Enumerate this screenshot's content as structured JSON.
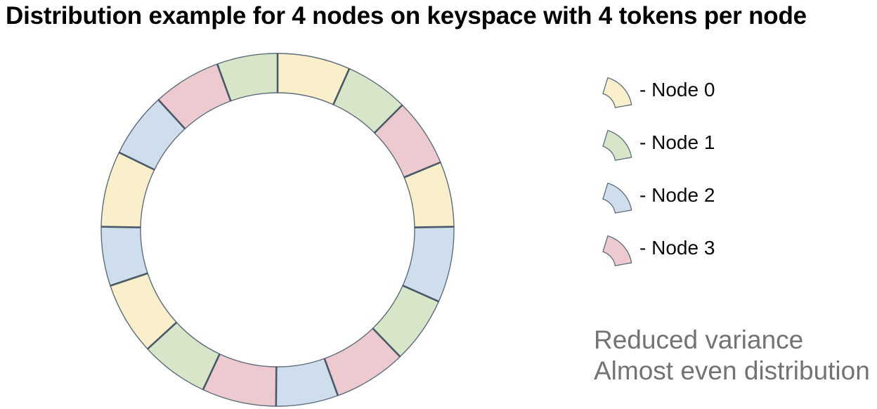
{
  "title": "Distribution example for 4 nodes on keyspace with 4 tokens per node",
  "legend": {
    "items": [
      {
        "label": "- Node 0",
        "color": "#F9F0CB"
      },
      {
        "label": "- Node 1",
        "color": "#D7E6C9"
      },
      {
        "label": "- Node 2",
        "color": "#CEDEED"
      },
      {
        "label": "- Node 3",
        "color": "#ECCACF"
      }
    ]
  },
  "notes": {
    "line1": "Reduced variance",
    "line2": "Almost even distribution",
    "color": "#737373"
  },
  "chart_data": {
    "type": "pie",
    "subtype": "donut-token-ring",
    "title": "Distribution example for 4 nodes on keyspace with 4 tokens per node",
    "legend_position": "right",
    "angle_convention": "degrees clockwise from 12 o'clock",
    "nodes": [
      {
        "id": 0,
        "name": "Node 0",
        "color": "#F9F0CB",
        "tokens": 4
      },
      {
        "id": 1,
        "name": "Node 1",
        "color": "#D7E6C9",
        "tokens": 4
      },
      {
        "id": 2,
        "name": "Node 2",
        "color": "#CEDEED",
        "tokens": 4
      },
      {
        "id": 3,
        "name": "Node 3",
        "color": "#ECCACF",
        "tokens": 4
      }
    ],
    "segments": [
      {
        "node": 0,
        "start_deg": 0,
        "end_deg": 24
      },
      {
        "node": 1,
        "start_deg": 24,
        "end_deg": 45
      },
      {
        "node": 3,
        "start_deg": 45,
        "end_deg": 67.5
      },
      {
        "node": 0,
        "start_deg": 67.5,
        "end_deg": 89
      },
      {
        "node": 2,
        "start_deg": 89,
        "end_deg": 114
      },
      {
        "node": 1,
        "start_deg": 114,
        "end_deg": 136
      },
      {
        "node": 3,
        "start_deg": 136,
        "end_deg": 160
      },
      {
        "node": 2,
        "start_deg": 160,
        "end_deg": 180.5
      },
      {
        "node": 3,
        "start_deg": 180.5,
        "end_deg": 205
      },
      {
        "node": 1,
        "start_deg": 205,
        "end_deg": 227.5
      },
      {
        "node": 0,
        "start_deg": 227.5,
        "end_deg": 251.5
      },
      {
        "node": 2,
        "start_deg": 251.5,
        "end_deg": 271
      },
      {
        "node": 0,
        "start_deg": 271,
        "end_deg": 296
      },
      {
        "node": 2,
        "start_deg": 296,
        "end_deg": 317.5
      },
      {
        "node": 3,
        "start_deg": 317.5,
        "end_deg": 340
      },
      {
        "node": 1,
        "start_deg": 340,
        "end_deg": 360
      }
    ],
    "stroke": {
      "outline": "#5E6C7B",
      "divider": "#4A5968"
    }
  }
}
